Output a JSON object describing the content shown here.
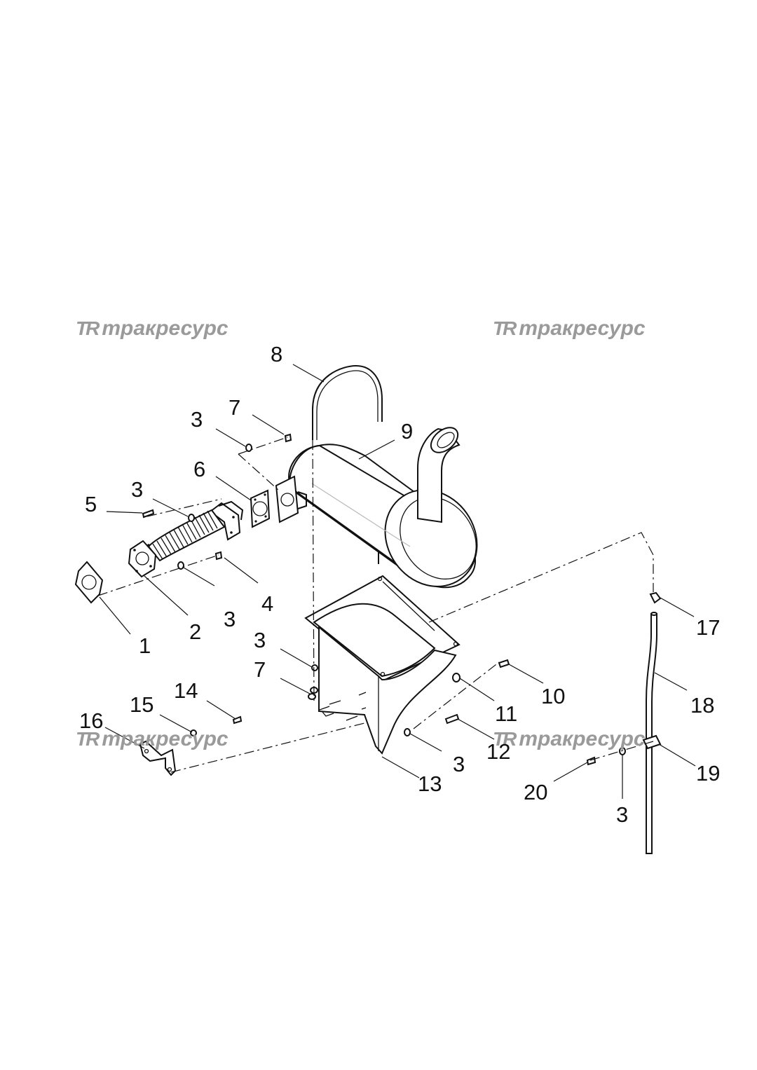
{
  "watermarks": [
    {
      "logo": "TR",
      "text": "тракресурс"
    },
    {
      "logo": "TR",
      "text": "тракресурс"
    },
    {
      "logo": "TR",
      "text": "тракресурс"
    },
    {
      "logo": "TR",
      "text": "тракресурс"
    }
  ],
  "callouts": [
    "8",
    "9",
    "7",
    "3",
    "6",
    "3",
    "5",
    "4",
    "3",
    "2",
    "1",
    "17",
    "3",
    "7",
    "10",
    "18",
    "11",
    "14",
    "15",
    "16",
    "12",
    "3",
    "13",
    "19",
    "20",
    "3"
  ],
  "parts": [
    {
      "name": "gasket",
      "icon": "gasket-icon"
    },
    {
      "name": "flexible-exhaust-pipe",
      "icon": "flex-pipe-icon"
    },
    {
      "name": "flange-gasket",
      "icon": "flange-icon"
    },
    {
      "name": "muffler",
      "icon": "muffler-icon"
    },
    {
      "name": "u-strap",
      "icon": "u-bolt-icon"
    },
    {
      "name": "muffler-bracket",
      "icon": "bracket-icon"
    },
    {
      "name": "support-bracket",
      "icon": "small-bracket-icon"
    },
    {
      "name": "drain-tube",
      "icon": "tube-icon"
    }
  ]
}
